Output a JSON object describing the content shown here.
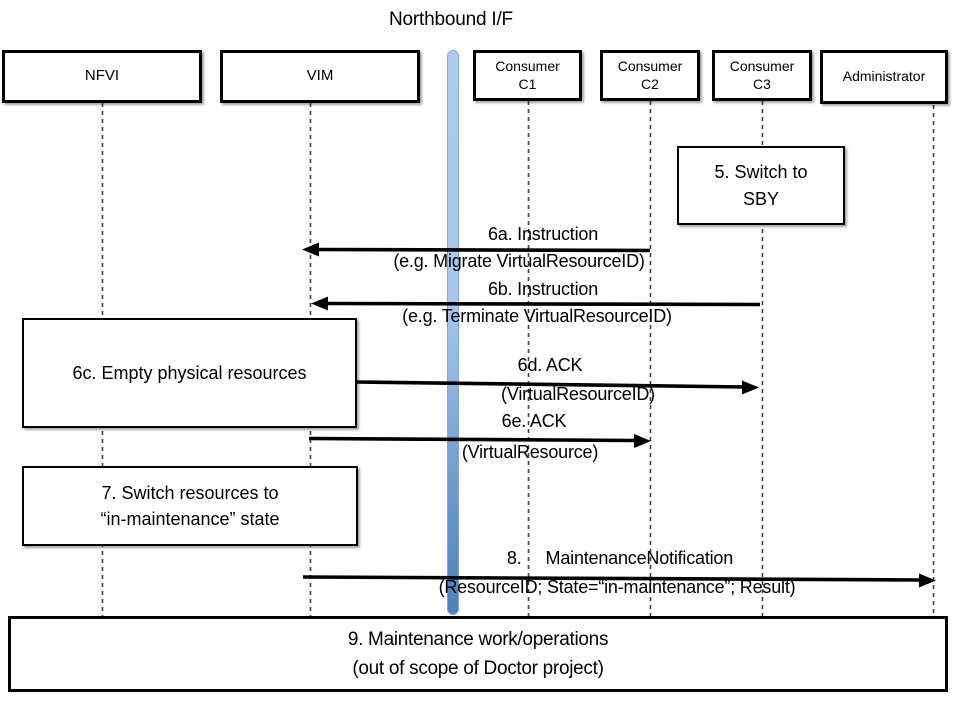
{
  "title": "Northbound I/F",
  "actors": [
    {
      "lines": [
        "NFVI"
      ]
    },
    {
      "lines": [
        "VIM"
      ]
    },
    {
      "lines": [
        "Consumer",
        "C1"
      ]
    },
    {
      "lines": [
        "Consumer",
        "C2"
      ]
    },
    {
      "lines": [
        "Consumer",
        "C3"
      ]
    },
    {
      "lines": [
        "Administrator"
      ]
    }
  ],
  "notes": [
    {
      "lines": [
        "5. Switch to",
        "SBY"
      ]
    },
    {
      "lines": [
        "6c. Empty physical resources"
      ]
    },
    {
      "lines": [
        "7. Switch resources to",
        "“in-maintenance” state"
      ]
    },
    {
      "lines": [
        "9. Maintenance work/operations",
        "(out of scope of Doctor project)"
      ]
    }
  ],
  "messages": [
    {
      "line1": "6a. Instruction",
      "line2": "(e.g. Migrate VirtualResourceID)"
    },
    {
      "line1": "6b. Instruction",
      "line2": "(e.g. Terminate VirtualResourceID)"
    },
    {
      "line1": "6d. ACK",
      "line2": "(VirtualResourceID)"
    },
    {
      "line1": "6e. ACK",
      "line2": "(VirtualResource)"
    },
    {
      "line1": "8.     MaintenanceNotification",
      "line2": "(ResourceID; State=“in-maintenance”; Result)"
    }
  ],
  "colors": {
    "bar_top": "#a9c6ec",
    "bar_bottom": "#4e81bd",
    "bar_border": "#7da7d9",
    "lifeline": "#404040",
    "arrow": "#000000"
  }
}
